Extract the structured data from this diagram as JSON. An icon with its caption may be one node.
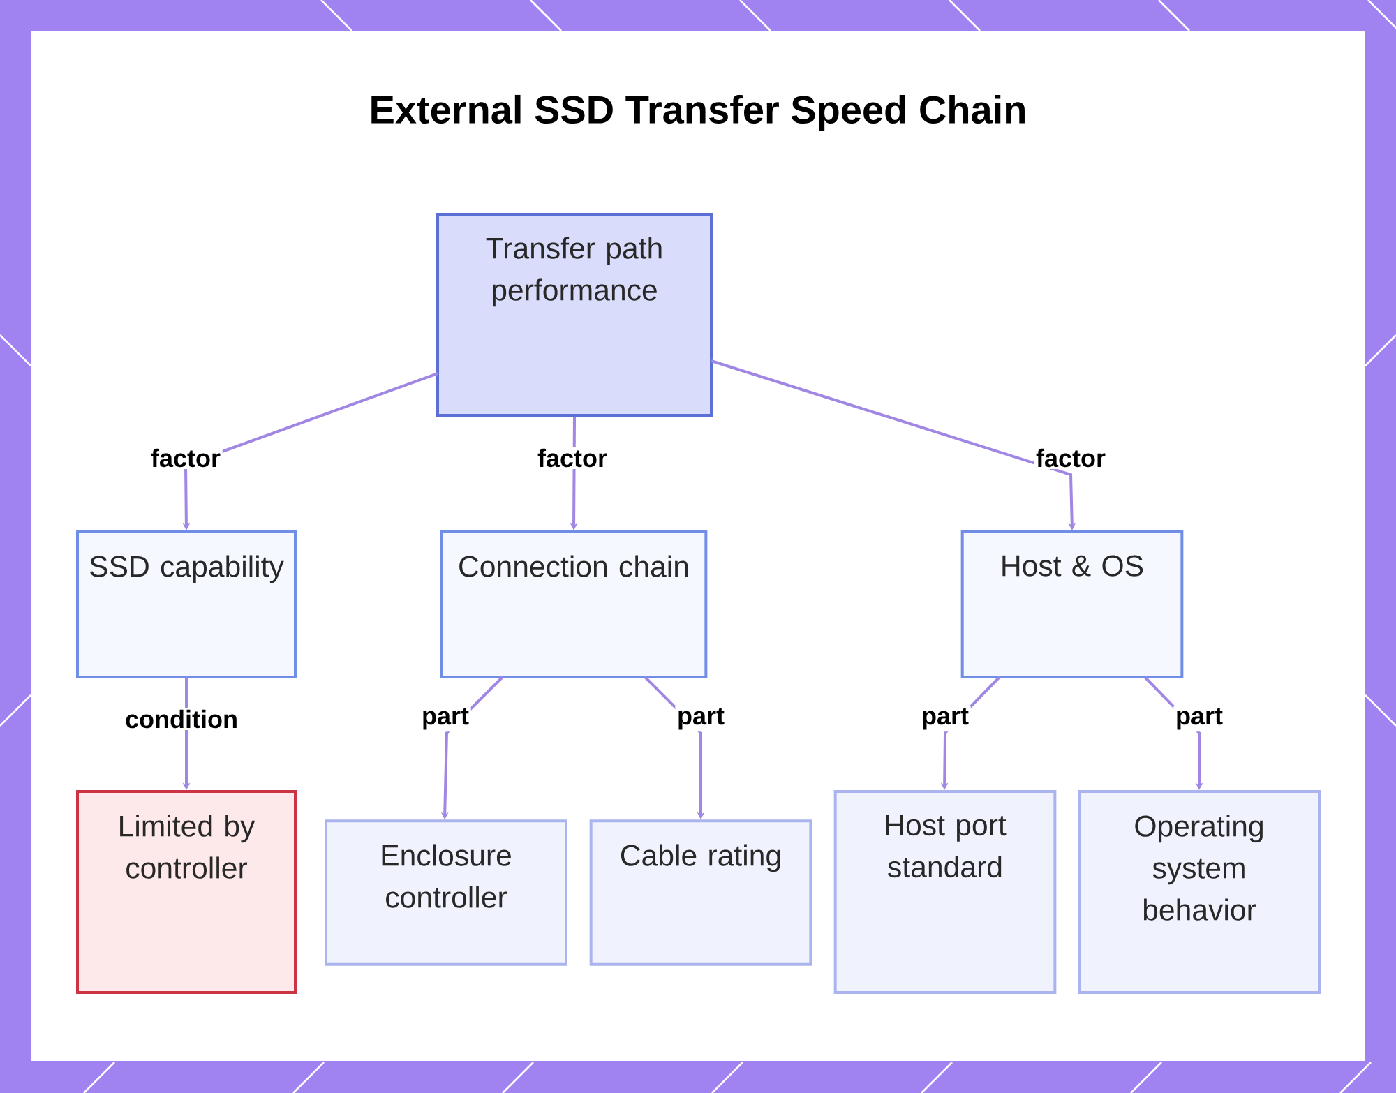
{
  "diagram": {
    "title": "External SSD Transfer Speed Chain",
    "nodes": [
      {
        "text": [
          "Transfer path performance"
        ]
      },
      {
        "text": [
          "SSD capability"
        ]
      },
      {
        "text": [
          "Connection chain"
        ]
      },
      {
        "text": [
          "Host & OS"
        ]
      },
      {
        "text": [
          "Limited by controller"
        ]
      },
      {
        "text": [
          "Enclosure controller"
        ]
      },
      {
        "text": [
          "Cable rating"
        ]
      },
      {
        "text": [
          "Host port standard"
        ]
      },
      {
        "text": [
          "Operating system behavior"
        ]
      }
    ],
    "edges": [
      {
        "from": 0,
        "to": 1,
        "arrow": "to",
        "label": "factor"
      },
      {
        "from": 0,
        "to": 2,
        "arrow": "to",
        "label": "factor"
      },
      {
        "from": 0,
        "to": 3,
        "arrow": "to",
        "label": "factor"
      },
      {
        "from": 1,
        "to": 4,
        "arrow": "to",
        "label": "condition"
      },
      {
        "from": 2,
        "to": 5,
        "arrow": "to",
        "label": "part"
      },
      {
        "from": 2,
        "to": 6,
        "arrow": "to",
        "label": "part"
      },
      {
        "from": 3,
        "to": 7,
        "arrow": "to",
        "label": "part"
      },
      {
        "from": 3,
        "to": 8,
        "arrow": "to",
        "label": "part"
      }
    ]
  }
}
